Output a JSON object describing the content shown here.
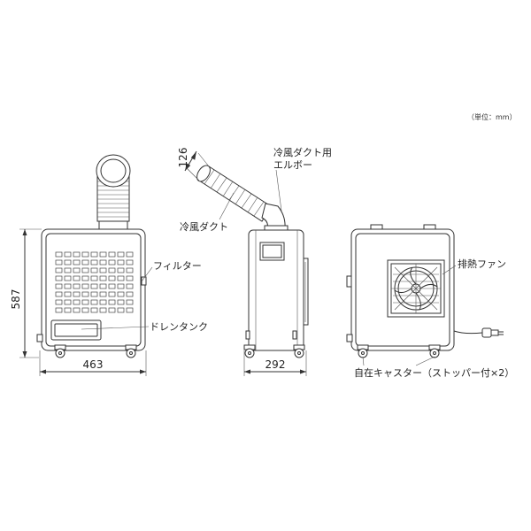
{
  "unit_note": "（単位：mm）",
  "labels": {
    "filter": "フィルター",
    "drain_tank": "ドレンタンク",
    "cold_duct": "冷風ダクト",
    "cold_duct_elbow_line1": "冷風ダクト用",
    "cold_duct_elbow_line2": "エルボー",
    "exhaust_fan": "排熱ファン",
    "casters": "自在キャスター（ストッパー付×2）"
  },
  "dimensions": {
    "height": "587",
    "width": "463",
    "depth": "292",
    "duct_diameter": "126"
  },
  "colors": {
    "line": "#333333",
    "background": "#ffffff"
  }
}
